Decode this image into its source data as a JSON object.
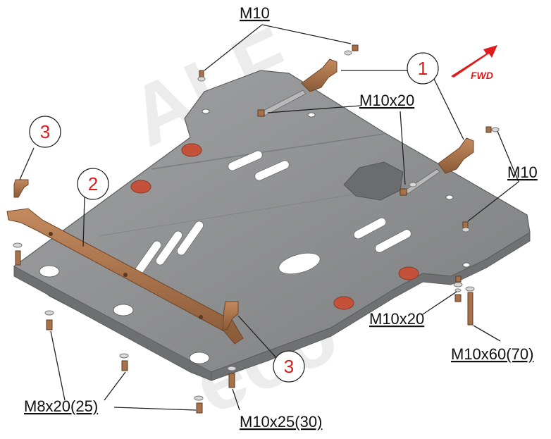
{
  "labels": {
    "m10_top": "M10",
    "m10x20_top": "M10x20",
    "m10_right": "M10",
    "m10x20_right": "M10x20",
    "m10x60": "M10x60(70)",
    "m8x20": "M8x20(25)",
    "m10x25": "M10x25(30)"
  },
  "callouts": {
    "c1": "1",
    "c2": "2",
    "c3_left": "3",
    "c3_bottom": "3"
  },
  "direction": {
    "text": "FWD"
  },
  "watermark": {
    "line1": "ALF",
    "line2": "eco"
  },
  "colors": {
    "plate": "#8e8f90",
    "bracket": "#a7714b",
    "plug": "#c4523a",
    "callout_text": "#e01b1b",
    "arrow": "#e01b1b"
  }
}
